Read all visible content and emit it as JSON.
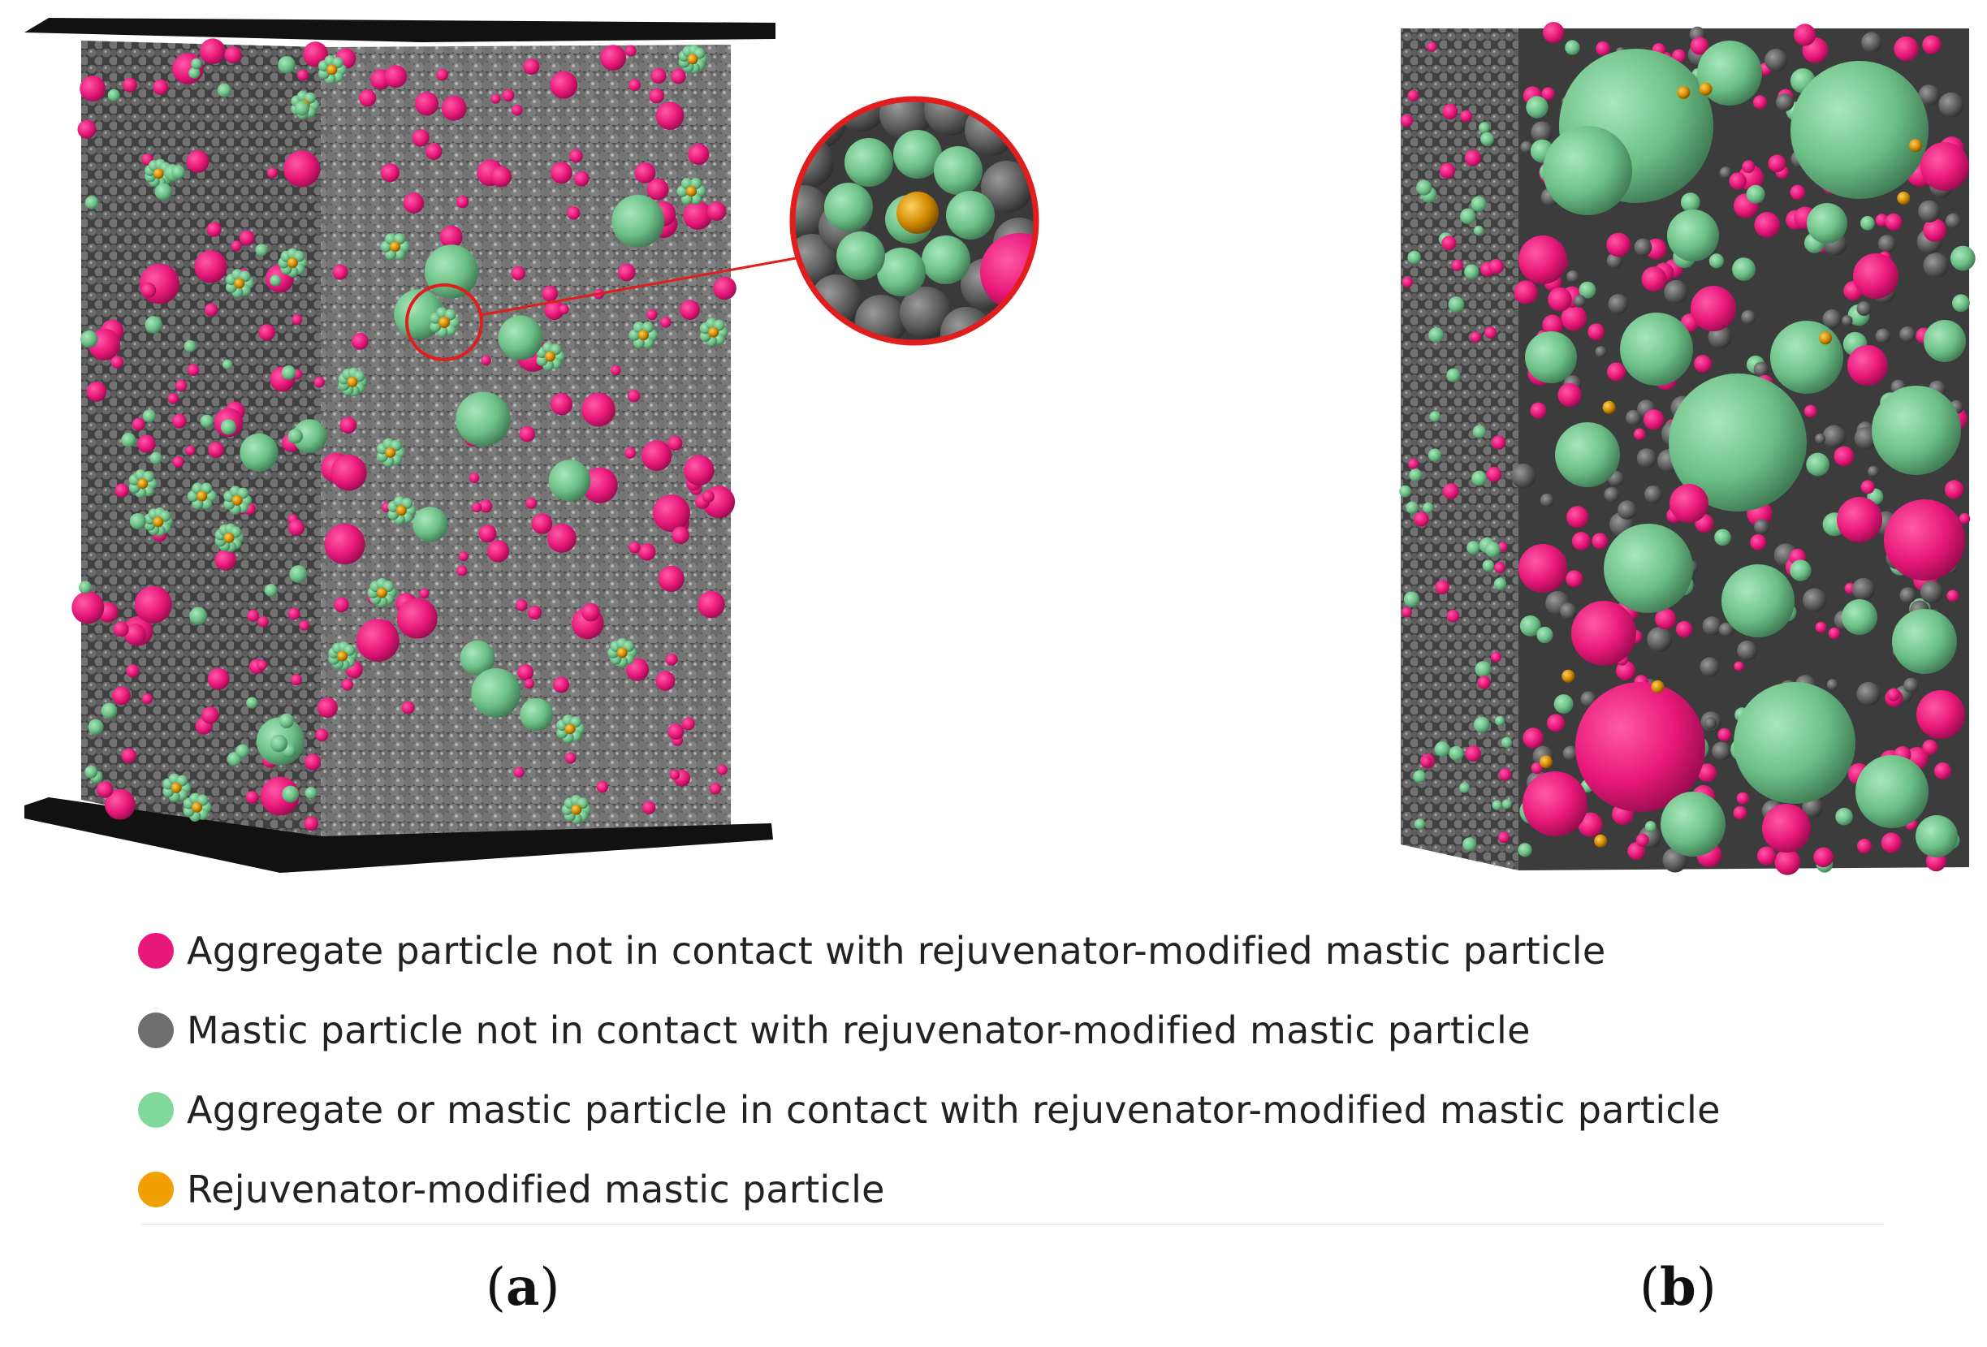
{
  "colors": {
    "aggregate": "#e8187a",
    "mastic": "#6e6e6e",
    "contact": "#7fd99a",
    "rejuvenator": "#f0a000",
    "contact_dark": "#4e8a62",
    "aggregate_dark": "#b8105c",
    "plate": "#111111",
    "zoom_ring": "#e11d1d"
  },
  "legend": [
    {
      "color_key": "aggregate",
      "label": "Aggregate particle not in contact with rejuvenator-modified mastic particle"
    },
    {
      "color_key": "mastic",
      "label": "Mastic particle not in contact with rejuvenator-modified mastic particle"
    },
    {
      "color_key": "contact",
      "label": "Aggregate or mastic particle in contact with rejuvenator-modified mastic particle"
    },
    {
      "color_key": "rejuvenator",
      "label": "Rejuvenator-modified mastic particle"
    }
  ],
  "panels": [
    {
      "open": "(",
      "letter": "a",
      "close": ")"
    },
    {
      "open": "(",
      "letter": "b",
      "close": ")"
    }
  ]
}
